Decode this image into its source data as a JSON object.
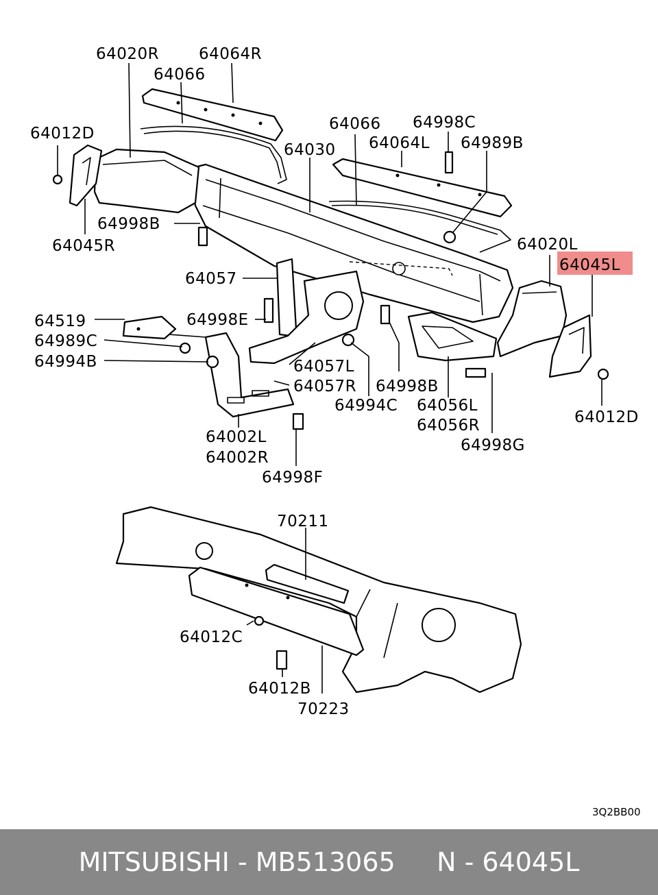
{
  "diagram": {
    "labels": [
      "64020R",
      "64064R",
      "64066",
      "64012D",
      "64030",
      "64066",
      "64998C",
      "64064L",
      "64989B",
      "64998B",
      "64045R",
      "64020L",
      "64045L",
      "64057",
      "64519",
      "64998E",
      "64989C",
      "64994B",
      "64057L",
      "64057R",
      "64994C",
      "64998B",
      "64056L",
      "64056R",
      "64998G",
      "64012D",
      "64002L",
      "64002R",
      "64998F",
      "70211",
      "64012C",
      "64012B",
      "70223"
    ],
    "highlighted_label": "64045L",
    "highlight_color": "#f08c8c",
    "diagram_code": "3Q2BB00"
  },
  "footer": {
    "text": "MITSUBISHI - MB513065     N - 64045L",
    "background": "#888888"
  }
}
